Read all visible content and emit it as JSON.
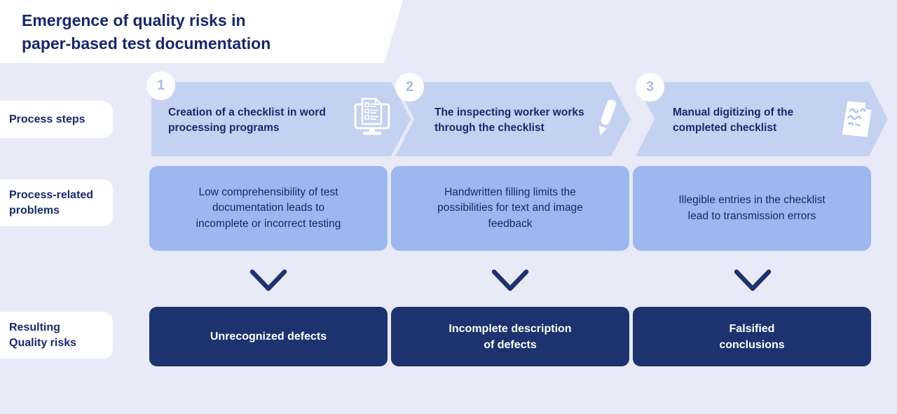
{
  "title": "Emergence of quality risks in\npaper-based test documentation",
  "row_labels": [
    {
      "label": "Process steps"
    },
    {
      "label": "Process-related\nproblems"
    },
    {
      "label": "Resulting\nQuality risks"
    }
  ],
  "columns": [
    {
      "step_number": "1",
      "step_label": "Creation of a checklist in word\nprocessing programs",
      "step_icon": "monitor-checklist-icon",
      "problem": "Low comprehensibility of test\ndocumentation leads to\nincomplete or incorrect testing",
      "risk": "Unrecognized defects"
    },
    {
      "step_number": "2",
      "step_label": "The inspecting worker works\nthrough the checklist",
      "step_icon": "pencil-icon",
      "problem": "Handwritten filling limits the\npossibilities for text and image\nfeedback",
      "risk": "Incomplete description\nof defects"
    },
    {
      "step_number": "3",
      "step_label": "Manual digitizing of the\ncompleted checklist",
      "step_icon": "handwritten-note-icon",
      "problem": "Illegible entries in the checklist\nlead to transmission errors",
      "risk": "Falsified\nconclusions"
    }
  ],
  "colors": {
    "background": "#e8ebf7",
    "title_banner": "#ffffff",
    "chevron": "#c4d2f1",
    "problem_box": "#9db8ee",
    "risk_box": "#1d336f",
    "navy_text": "#18286d",
    "step_number_text": "#a9bde7",
    "risk_text": "#ffffff",
    "arrow_dark": "#1d336f",
    "arrow_light": "#6a84be"
  }
}
